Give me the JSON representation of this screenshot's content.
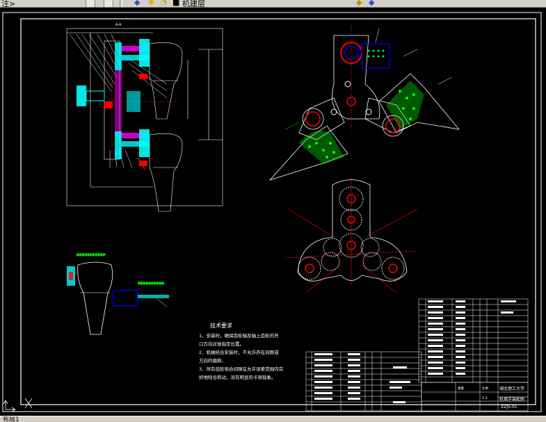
{
  "toolbar": {
    "left_text": "注>",
    "layer_text": "机建层",
    "icons": [
      "layer-manager-icon",
      "layer-state-icon",
      "sun-icon",
      "lightbulb-icon",
      "lock-icon",
      "color-swatch-icon",
      "layer-dropdown-icon",
      "match-layer-icon",
      "previous-layer-icon"
    ]
  },
  "drawing": {
    "tech_title": "技术要求",
    "tech_lines": [
      "1、安装时，确保齿轮轴及轴上齿轮的开",
      "口方向对准指定位置。",
      "2、机械结合安装时，不允许存在间隙或",
      "方向的偏移。",
      "3、所有齿轮啮合间隙在允许误差范围内完",
      "好地啮合转动，没有明显的卡顿现象。"
    ],
    "title_block": {
      "school": "湖北理工大学",
      "drawing_name": "机械手装配图",
      "drawing_no": "ZZJS-01",
      "scale": "1:1",
      "label_weight": "重量",
      "label_scale": "比例"
    },
    "callout_label": "A-A"
  },
  "status": {
    "tab_label": "布局1"
  },
  "colors": {
    "background": "#000000",
    "line": "#ffffff",
    "accent_cyan": "#00ffff",
    "accent_green": "#00ff00",
    "accent_red": "#ff0000",
    "accent_magenta": "#ff00ff",
    "accent_blue": "#0000ff",
    "accent_yellow": "#ffff00"
  }
}
